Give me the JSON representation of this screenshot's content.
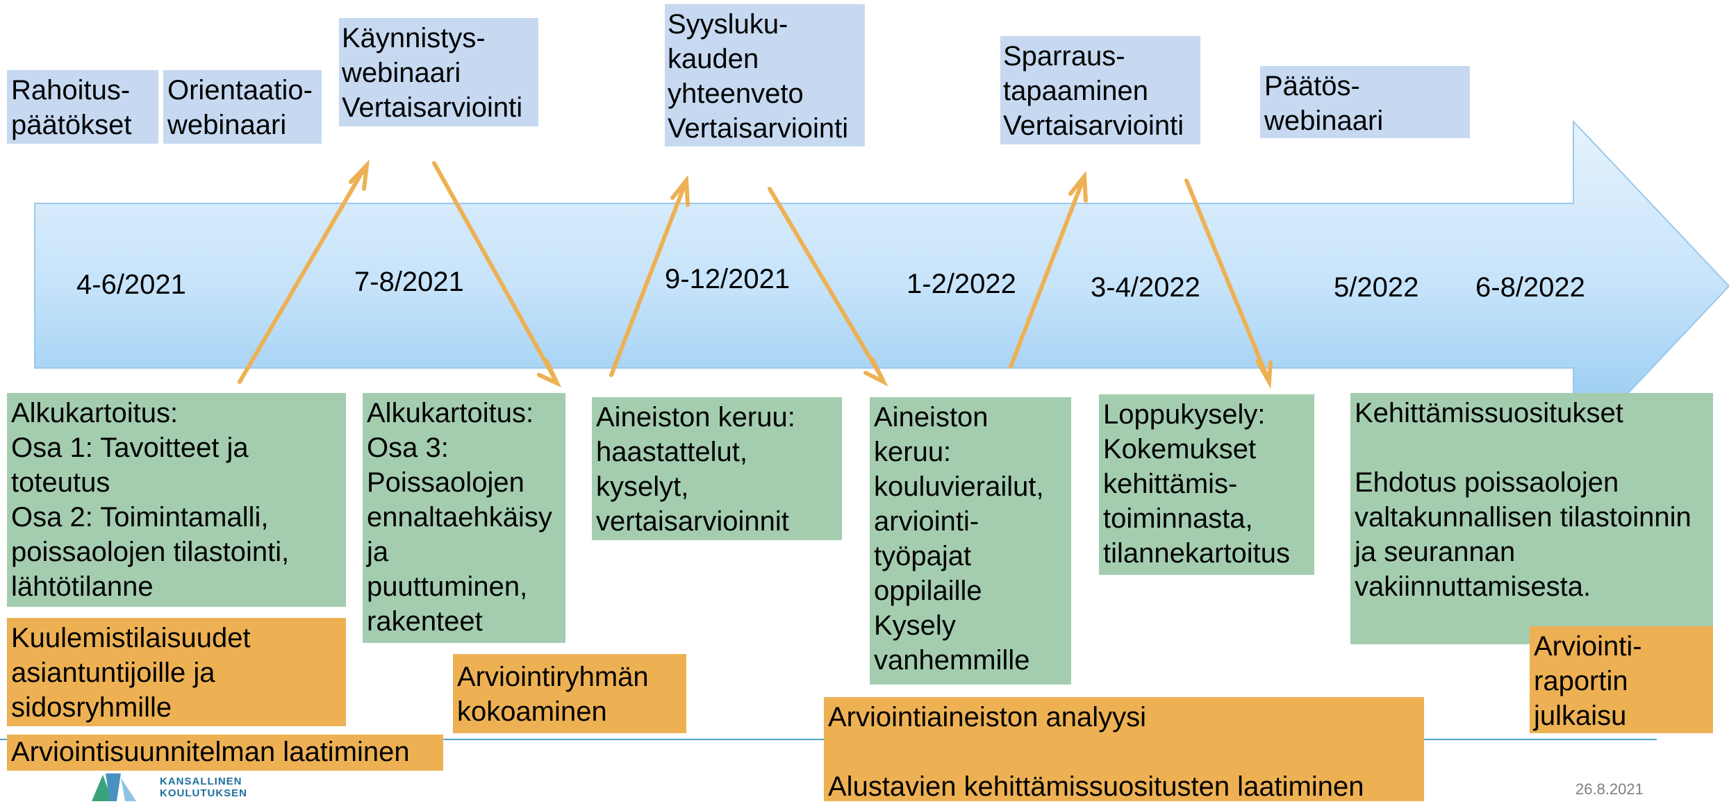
{
  "colors": {
    "top_box": "#c6d9f1",
    "activity_box": "#a4cdb0",
    "process_box": "#edb154",
    "arrow_light": "#d9ecfb",
    "arrow_dark": "#8ec9f2",
    "connector": "#edb154",
    "rule": "#4aa3c8"
  },
  "events": [
    {
      "text": "Rahoitus-\npäätökset"
    },
    {
      "text": "Orientaatio-\nwebinaari"
    },
    {
      "text": "Käynnistys-\nwebinaari\nVertaisarviointi"
    },
    {
      "text": "Syysluku-\nkauden\nyhteenveto\nVertaisarviointi"
    },
    {
      "text": "Sparraus-\ntapaaminen\nVertaisarviointi"
    },
    {
      "text": "Päätös-\nwebinaari"
    }
  ],
  "periods": [
    "4-6/2021",
    "7-8/2021",
    "9-12/2021",
    "1-2/2022",
    "3-4/2022",
    "5/2022",
    "6-8/2022"
  ],
  "activities": [
    {
      "text": "Alkukartoitus:\nOsa 1: Tavoitteet ja\ntoteutus\nOsa 2: Toimintamalli,\npoissaolojen tilastointi,\nlähtötilanne"
    },
    {
      "text": "Alkukartoitus:\nOsa 3:\nPoissaolojen\nennaltaehkäisy\nja\npuuttuminen,\nrakenteet"
    },
    {
      "text": "Aineiston keruu:\nhaastattelut,\nkyselyt,\nvertaisarvioinnit"
    },
    {
      "text": "Aineiston\nkeruu:\nkouluvierailut,\narviointi-\ntyöpajat\noppilaille\nKysely\nvanhemmille"
    },
    {
      "text": "Loppukysely:\nKokemukset\nkehittämis-\ntoiminnasta,\ntilannekartoitus"
    },
    {
      "text": "Kehittämissuositukset\n\nEhdotus  poissaolojen\nvaltakunnallisen tilastoinnin\nja seurannan\nvakiinnuttamisesta."
    }
  ],
  "processes": [
    {
      "text": "Kuulemistilaisuudet\nasiantuntijoille ja\nsidosryhmille"
    },
    {
      "text": "Arviointiryhmän\nkokoaminen"
    },
    {
      "text": "Arviointiaineiston analyysi\n\nAlustavien kehittämissuositusten laatiminen"
    },
    {
      "text": "Arviointi-\nraportin\njulkaisu"
    },
    {
      "text": "Arviointisuunnitelman laatiminen"
    }
  ],
  "footer": {
    "logo_text": "KANSALLINEN\nKOULUTUKSEN",
    "date": "26.8.2021"
  }
}
